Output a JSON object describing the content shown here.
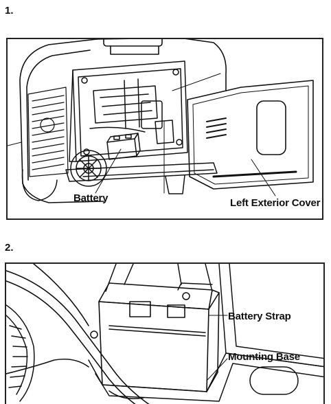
{
  "steps": [
    {
      "number": "1.",
      "labels": {
        "battery": "Battery",
        "cover": "Left Exterior Cover"
      }
    },
    {
      "number": "2.",
      "labels": {
        "strap": "Battery Strap",
        "base": "Mounting Base"
      }
    }
  ]
}
